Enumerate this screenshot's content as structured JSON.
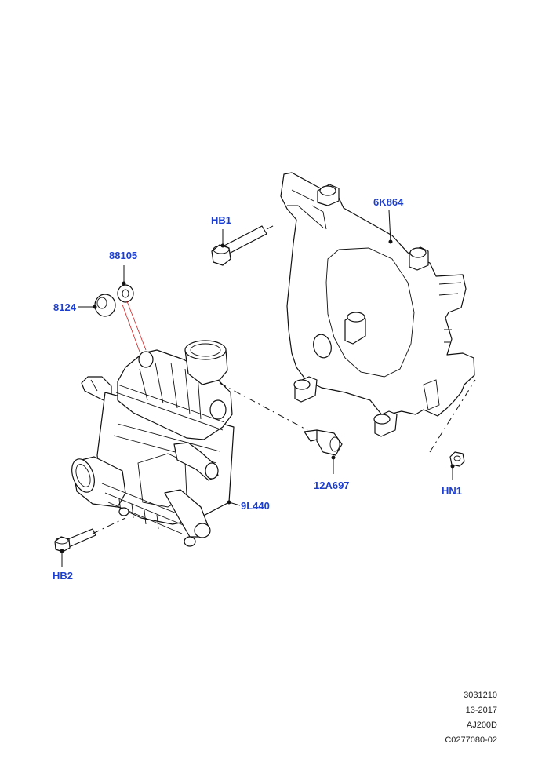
{
  "callouts": {
    "hb1": "HB1",
    "k864": "6K864",
    "p88105": "88105",
    "p8124": "8124",
    "a697": "12A697",
    "hn1": "HN1",
    "l440": "9L440",
    "hb2": "HB2"
  },
  "reference": {
    "line1": "3031210",
    "line2": "13-2017",
    "line3": "AJ200D",
    "line4": "C0277080-02"
  }
}
